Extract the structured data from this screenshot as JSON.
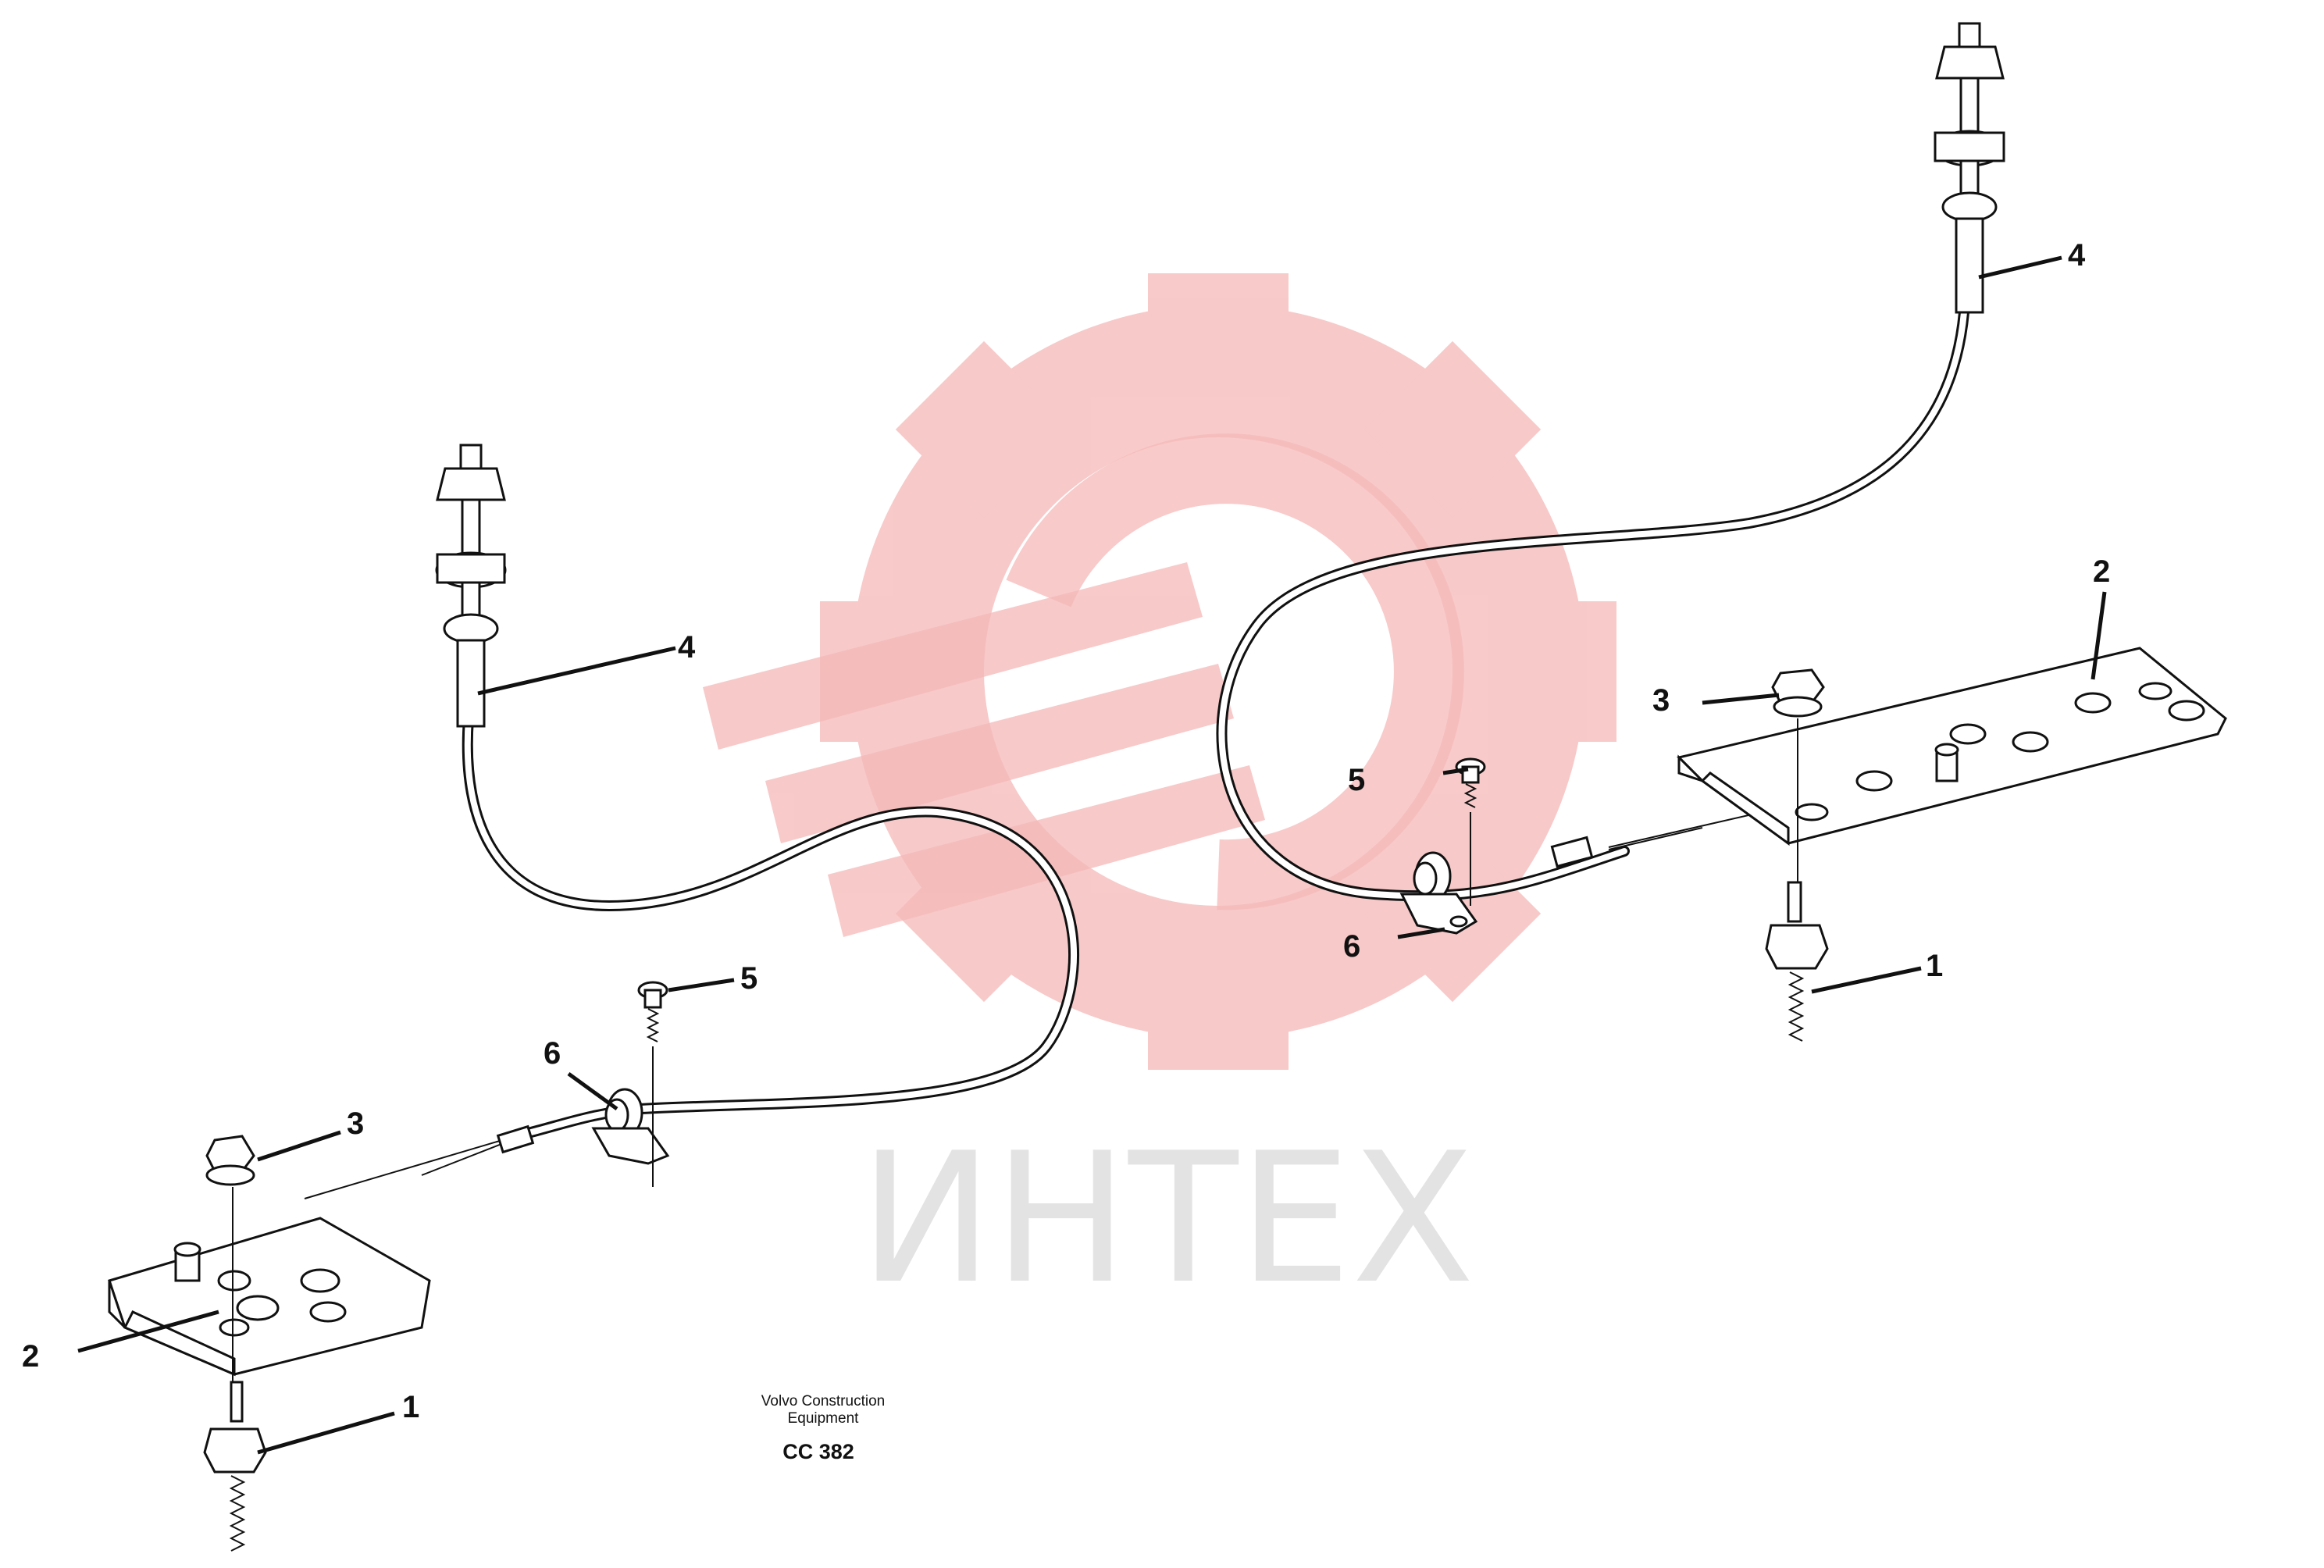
{
  "watermark": {
    "text": "ИНТЕХ",
    "gear_color": "#f5b8b8",
    "text_color": "#e3e3e3"
  },
  "callouts": [
    {
      "id": "l-1",
      "label": "1"
    },
    {
      "id": "l-2",
      "label": "2"
    },
    {
      "id": "l-3",
      "label": "3"
    },
    {
      "id": "l-4",
      "label": "4"
    },
    {
      "id": "l-5",
      "label": "5"
    },
    {
      "id": "l-6",
      "label": "6"
    },
    {
      "id": "r-1",
      "label": "1"
    },
    {
      "id": "r-2",
      "label": "2"
    },
    {
      "id": "r-3",
      "label": "3"
    },
    {
      "id": "r-4",
      "label": "4"
    },
    {
      "id": "r-5",
      "label": "5"
    },
    {
      "id": "r-6",
      "label": "6"
    }
  ],
  "credit": {
    "line1": "Volvo Construction",
    "line2": "Equipment",
    "code": "CC 382"
  }
}
